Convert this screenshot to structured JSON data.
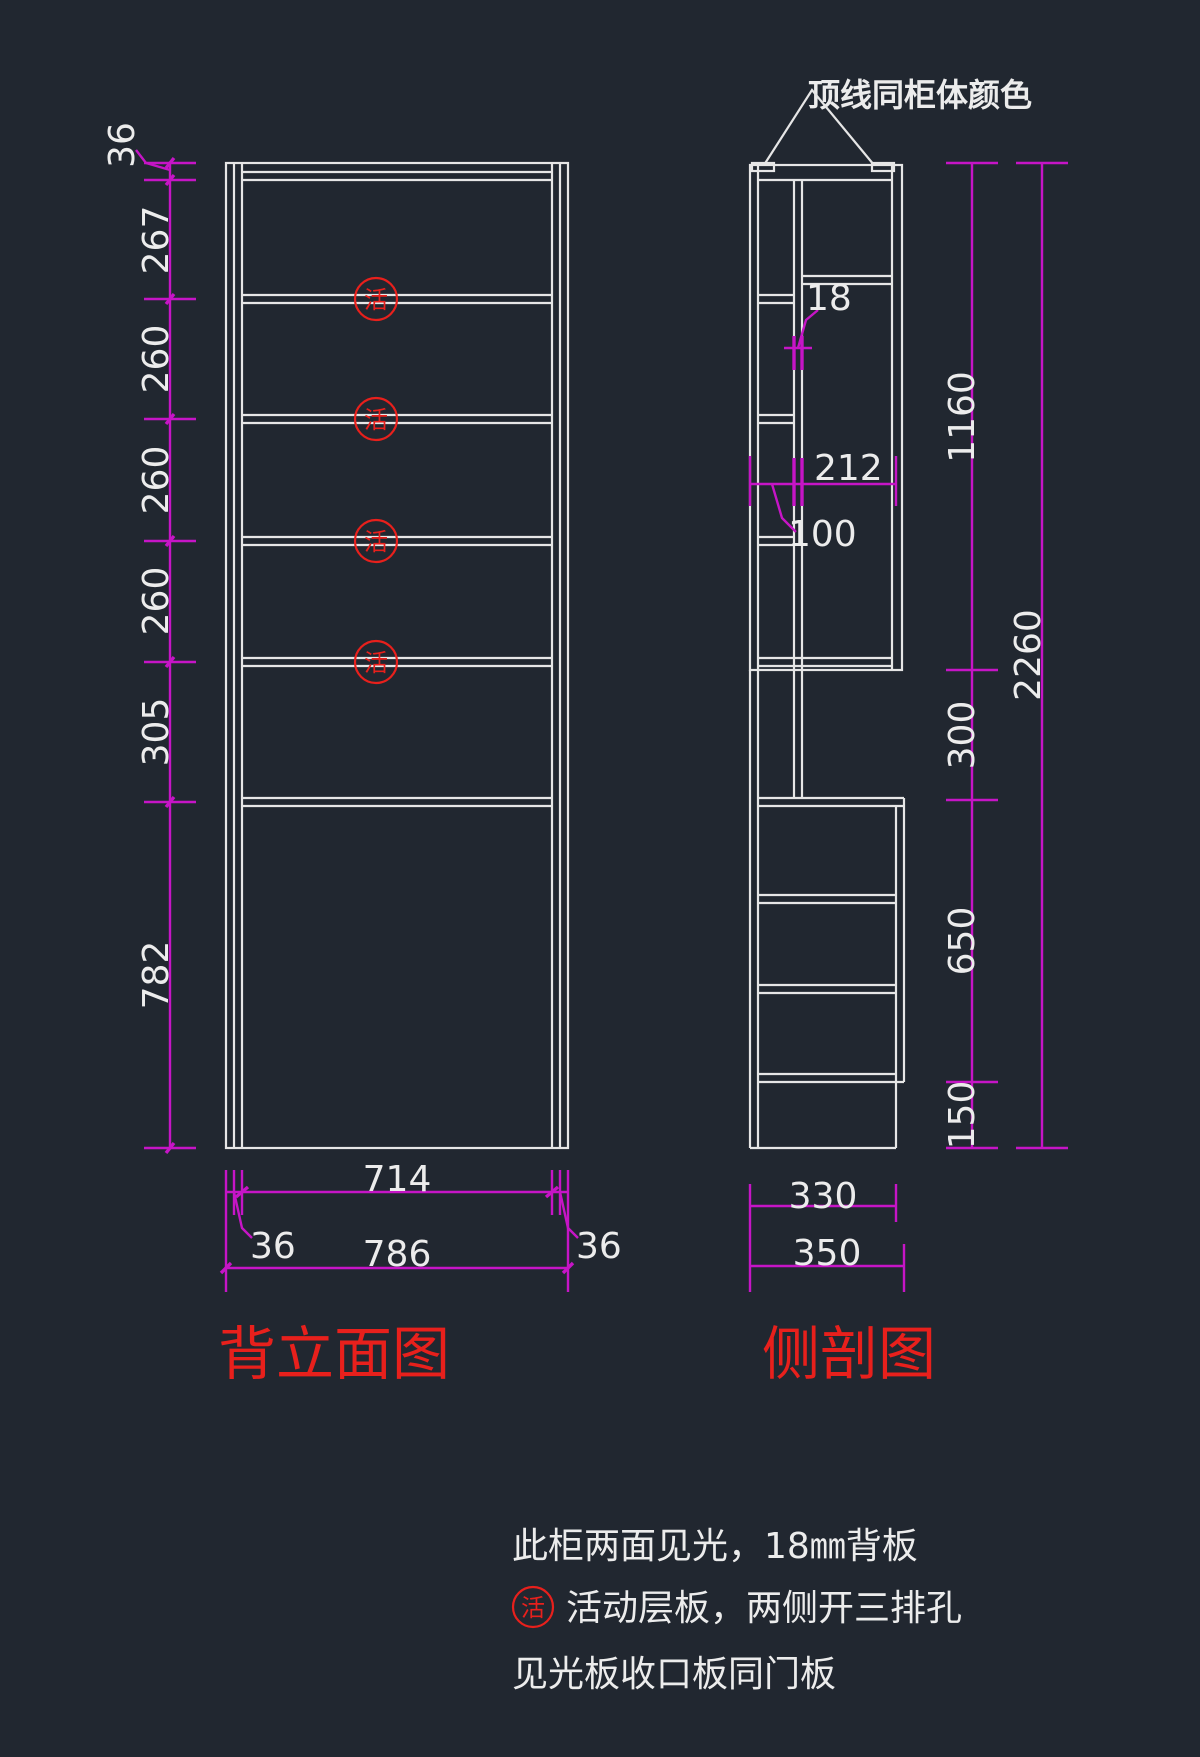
{
  "views": {
    "back_elevation": {
      "title": "背立面图",
      "heights": [
        "36",
        "267",
        "260",
        "260",
        "260",
        "305",
        "782"
      ],
      "width_inner": "714",
      "width_total": "786",
      "side_left": "36",
      "side_right": "36",
      "movable_shelf_mark": "活"
    },
    "side_section": {
      "title": "侧剖图",
      "top_note": "顶线同柜体颜色",
      "board_thickness": "18",
      "depth_upper": "212",
      "depth_back": "100",
      "heights": [
        "1160",
        "300",
        "650",
        "150"
      ],
      "height_total": "2260",
      "depth_inner": "330",
      "depth_total": "350"
    }
  },
  "notes": {
    "line1": "此柜两面见光，18㎜背板",
    "mark": "活",
    "line2": "活动层板，两侧开三排孔",
    "line3": "见光板收口板同门板"
  },
  "colors": {
    "background": "#212730",
    "outline": "#e6e6e6",
    "dimension": "#c615c6",
    "title_red": "#e8201c"
  }
}
